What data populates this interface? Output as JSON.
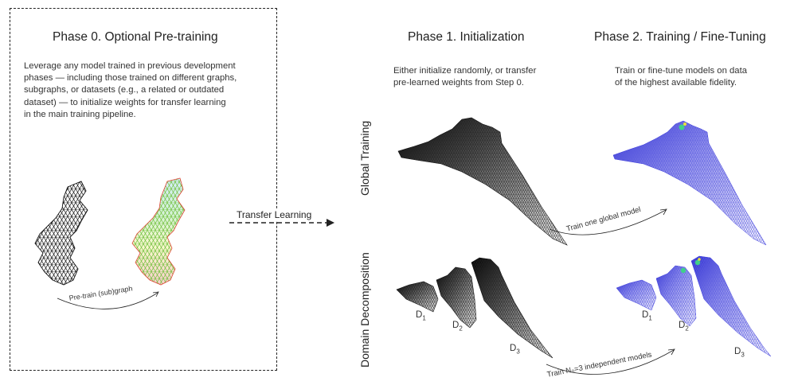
{
  "phase0": {
    "title": "Phase 0. Optional Pre-training",
    "desc": [
      "Leverage any model trained in previous development",
      "phases — including those trained on different graphs,",
      "subgraphs, or datasets (e.g., a related or outdated",
      "dataset) — to initialize weights for transfer learning",
      "in the main training pipeline."
    ],
    "arrow_label": "Pre-train (sub)graph"
  },
  "transfer": {
    "label": "Transfer Learning"
  },
  "phase1": {
    "title": "Phase 1. Initialization",
    "desc": [
      "Either initialize randomly, or transfer",
      "pre-learned weights from Step 0."
    ]
  },
  "phase2": {
    "title": "Phase 2. Training / Fine-Tuning",
    "desc": [
      "Train or fine-tune models on data",
      "of the highest available fidelity."
    ]
  },
  "rows": {
    "global": {
      "label": "Global Training",
      "arrow_label": "Train one global model"
    },
    "domain": {
      "label": "Domain Decomposition",
      "arrow_label": "Train N₀=3 independent models",
      "subdomains": [
        "D",
        "D",
        "D"
      ],
      "subscripts": [
        "1",
        "2",
        "3"
      ]
    }
  },
  "colors": {
    "mesh_dark": "#111111",
    "model_blue": "#3a3adc",
    "dash": "#222222"
  }
}
